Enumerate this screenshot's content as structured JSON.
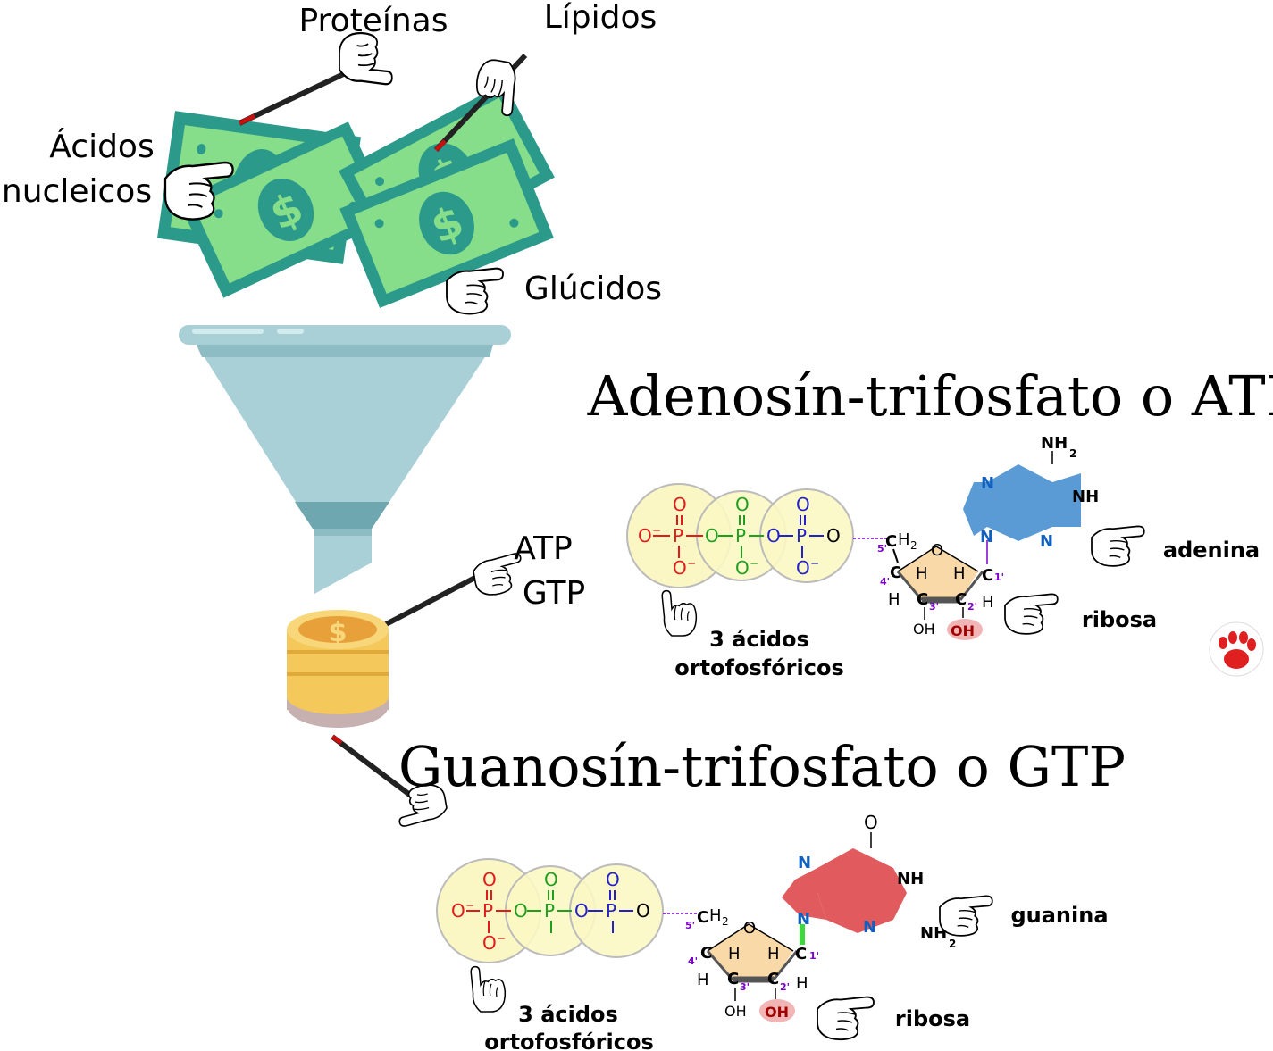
{
  "inputs": {
    "proteins": "Proteínas",
    "lipids": "Lípidos",
    "nucleic_line1": "Ácidos",
    "nucleic_line2": "nucleicos",
    "carbs": "Glúcidos"
  },
  "outputs": {
    "atp": "ATP",
    "gtp": "GTP"
  },
  "money": {
    "symbol": "$"
  },
  "atp": {
    "title": "Adenosín-trifosfato o ATP",
    "base_label": "adenina",
    "sugar_label": "ribosa",
    "phosphate_line1": "3 ácidos",
    "phosphate_line2": "ortofosfóricos"
  },
  "gtp": {
    "title": "Guanosín-trifosfato o GTP",
    "base_label": "guanina",
    "sugar_label": "ribosa",
    "phosphate_line1": "3 ácidos",
    "phosphate_line2": "ortofosfóricos"
  },
  "chem": {
    "O": "O",
    "P": "P",
    "minus": "−",
    "C": "C",
    "H": "H",
    "N": "N",
    "OH": "OH",
    "NH": "NH",
    "NH2": "NH",
    "sub2": "2",
    "CH": "CH",
    "p5": "5'",
    "p4": "4'",
    "p3": "3'",
    "p2": "2'",
    "p1": "1'"
  },
  "colors": {
    "bill_dark": "#2b9a8a",
    "bill_light": "#86de8a",
    "funnel": "#a9d0d6",
    "coin": "#f4c85a",
    "adenine": "#5b9bd5",
    "guanine": "#e05a5e",
    "ribose": "#f9d9a8",
    "phosphate": "#fbf7c4",
    "p1": "#e31a1c",
    "p2": "#1f9e1f",
    "p3": "#2222c8",
    "paw": "#e02020"
  }
}
